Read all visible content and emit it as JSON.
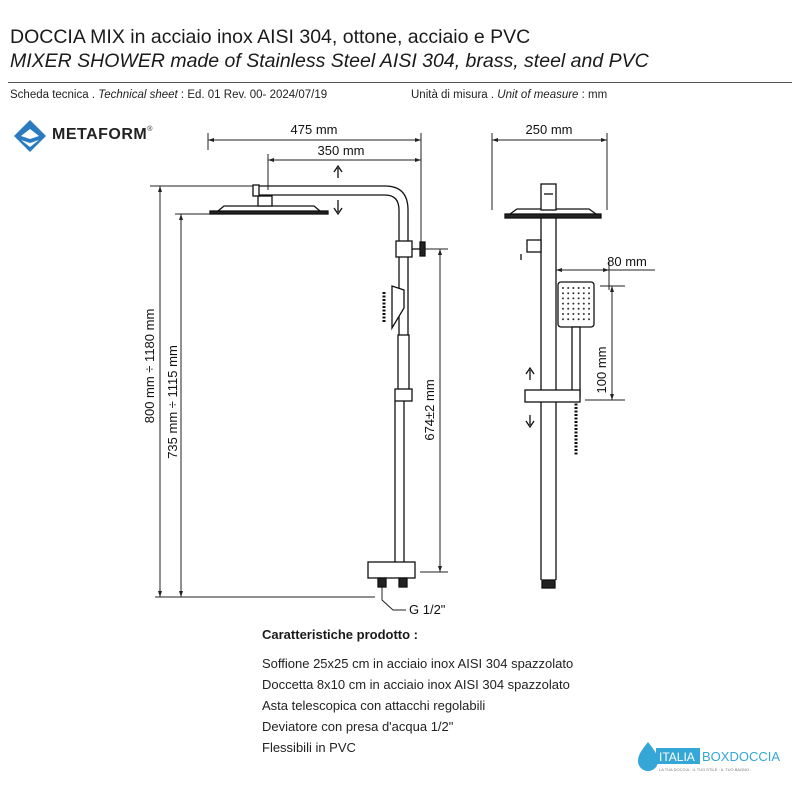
{
  "header": {
    "title_it": "DOCCIA MIX in acciaio inox AISI 304, ottone, acciaio e PVC",
    "title_en": "MIXER SHOWER made of Stainless Steel AISI 304, brass, steel and PVC",
    "sheet_prefix": "Scheda tecnica . ",
    "sheet_italic": "Technical sheet",
    "sheet_suffix": " : Ed. 01 Rev. 00- 2024/07/19",
    "unit_prefix": "Unità di misura . ",
    "unit_italic": "Unit of measure",
    "unit_suffix": " : mm"
  },
  "logo": {
    "name": "METAFORM",
    "mark": "®",
    "icon": "metaform-diamond-icon",
    "color": "#2a7bc0"
  },
  "dimensions": {
    "width_total": "475 mm",
    "arm_length": "350 mm",
    "height_range": "800 mm ÷ 1180 mm",
    "height_range_inner": "735 mm ÷ 1115 mm",
    "inlet_distance": "674±2 mm",
    "head_width": "250 mm",
    "hand_width": "80 mm",
    "hand_height": "100 mm",
    "thread": "G 1/2\""
  },
  "features": {
    "title": "Caratteristiche prodotto :",
    "items": [
      "Soffione 25x25 cm in acciaio inox AISI 304 spazzolato",
      "Doccetta 8x10 cm in acciaio inox AISI 304 spazzolato",
      "Asta telescopica con attacchi regolabili",
      "Deviatore con presa d'acqua 1/2\"",
      "Flessibili in PVC"
    ]
  },
  "brand": {
    "part1": "ITALIA",
    "part2": "BOXDOCCIA",
    "tagline": "LA TUA DOCCIA · IL TUO STILE · IL TUO BAGNO",
    "color": "#35a7d6"
  }
}
